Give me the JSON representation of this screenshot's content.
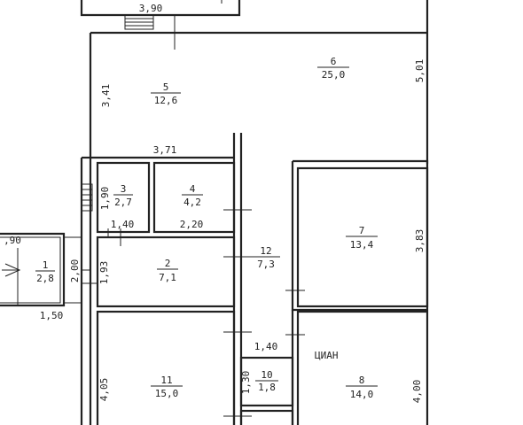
{
  "rooms": [
    {
      "id": "1",
      "area": "2,8"
    },
    {
      "id": "2",
      "area": "7,1"
    },
    {
      "id": "3",
      "area": "2,7"
    },
    {
      "id": "4",
      "area": "4,2"
    },
    {
      "id": "5",
      "area": "12,6"
    },
    {
      "id": "6",
      "area": "25,0"
    },
    {
      "id": "7",
      "area": "13,4"
    },
    {
      "id": "8",
      "area": "14,0"
    },
    {
      "id": "10",
      "area": "1,8"
    },
    {
      "id": "11",
      "area": "15,0"
    },
    {
      "id": "12",
      "area": "7,3"
    }
  ],
  "dimensions": {
    "top_width": "3,90",
    "room5_height": "3,41",
    "room5_width": "3,71",
    "right_height": "5,01",
    "room3_height": "1,90",
    "room3_width": "1,40",
    "room4_width": "2,20",
    "entry_width": ",90",
    "room1_height": "2,00",
    "room2_height": "1,93",
    "room1_width": "1,50",
    "room7_height": "3,83",
    "corridor_width": "1,40",
    "room11_height": "4,05",
    "room10_height": "1,30",
    "room8_height": "4,00"
  },
  "watermark": "ЦИАН"
}
